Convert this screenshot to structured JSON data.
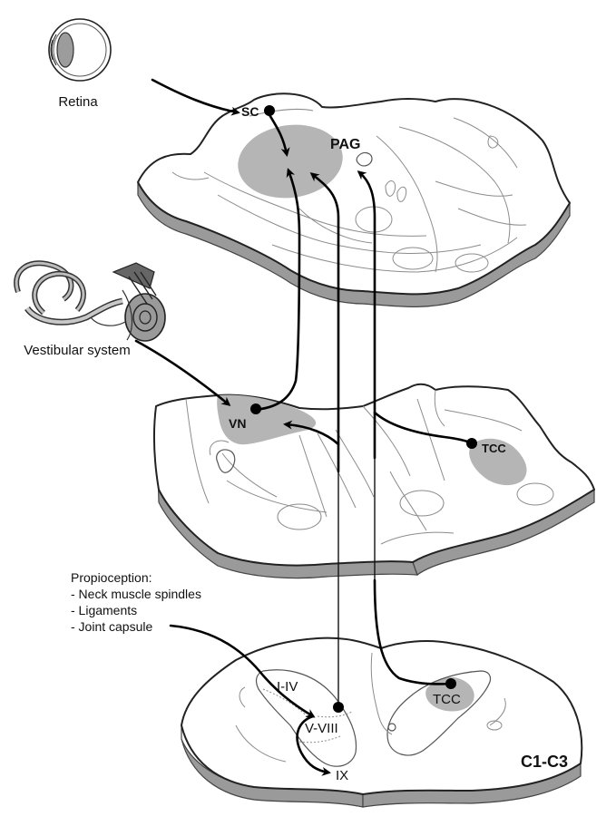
{
  "labels": {
    "retina": "Retina",
    "sc": "SC",
    "pag": "PAG",
    "vestibular": "Vestibular system",
    "vn": "VN",
    "tcc_mid": "TCC",
    "tcc_spinal": "TCC",
    "lamina_1_4": "I-IV",
    "lamina_5_8": "V-VIII",
    "lamina_9": "IX",
    "level": "C1-C3"
  },
  "proprioception": {
    "title": "Propioception:",
    "items": [
      "- Neck muscle spindles",
      "- Ligaments",
      "- Joint capsule"
    ]
  },
  "colors": {
    "shading": "#b5b5b5",
    "slab_side": "#9a9a9a",
    "lines": "#000000"
  }
}
